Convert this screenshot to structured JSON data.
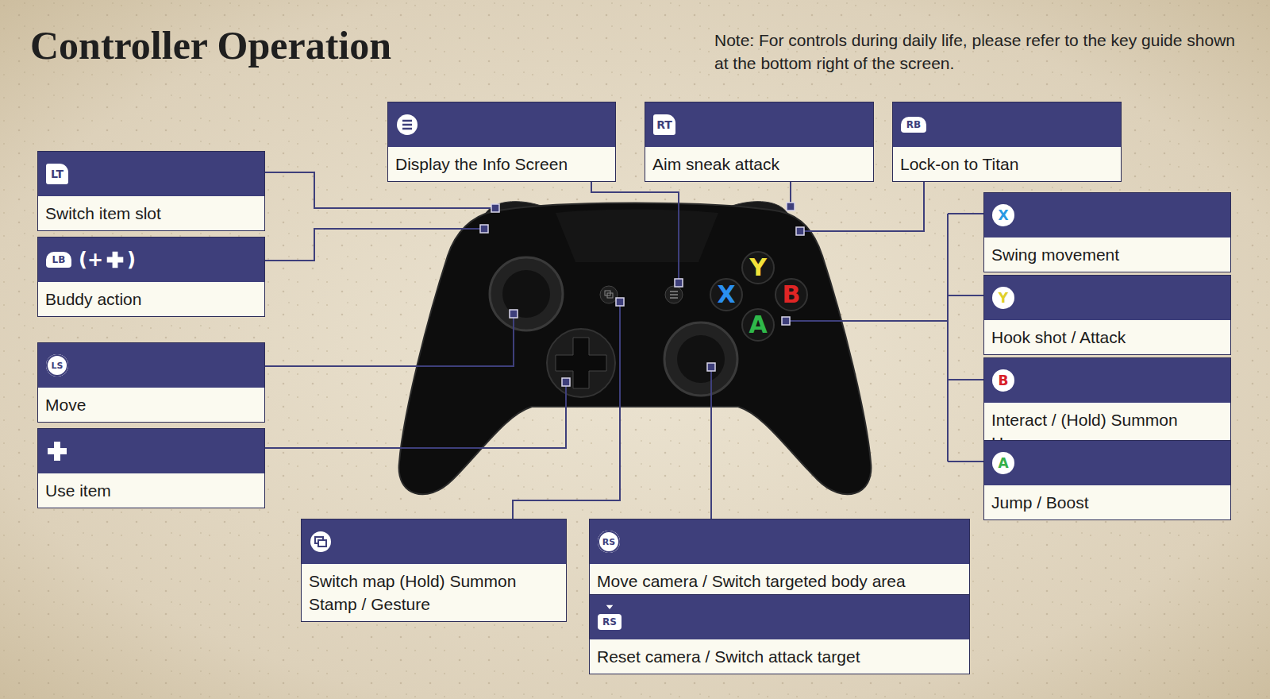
{
  "diagram": {
    "title": "Controller Operation",
    "nodes": [
      {
        "text": [
          "Display the Info Screen"
        ]
      },
      {
        "text": [
          "RT",
          "Aim sneak attack"
        ]
      },
      {
        "text": [
          "RB",
          "Lock-on to Titan"
        ]
      },
      {
        "text": [
          "LT",
          "Switch item slot"
        ]
      },
      {
        "text": [
          "LB",
          "(+",
          ")",
          "Buddy action"
        ]
      },
      {
        "text": [
          "LS",
          "Move"
        ]
      },
      {
        "text": [
          "Use item"
        ]
      },
      {
        "text": [
          "X",
          "Swing movement"
        ]
      },
      {
        "text": [
          "Y",
          "Hook shot / Attack"
        ]
      },
      {
        "text": [
          "B",
          "Interact / (Hold) Summon Horse"
        ]
      },
      {
        "text": [
          "A",
          "Jump / Boost"
        ]
      },
      {
        "text": [
          "Switch map (Hold) Summon Stamp / Gesture"
        ]
      },
      {
        "text": [
          "RS",
          "Move camera / Switch targeted body area"
        ]
      },
      {
        "text": [
          "RS",
          "Reset camera / Switch attack target"
        ]
      }
    ],
    "labels": [
      "Note: For controls during daily life, please refer to the key guide shown at the bottom right of the screen.",
      "Y",
      "X",
      "B",
      "A"
    ]
  }
}
